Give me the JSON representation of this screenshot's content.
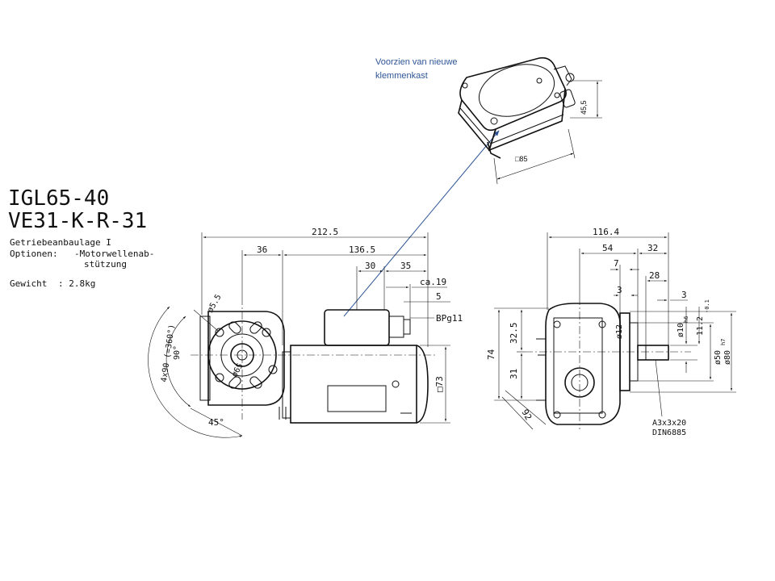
{
  "colors": {
    "annotation": "#2f5597",
    "ink": "#111111"
  },
  "title": {
    "line1": "IGL65-40",
    "line2": "VE31-K-R-31"
  },
  "specs": {
    "row1_label": "Getriebeanbaulage I",
    "row2_label": "Optionen:",
    "row2_value": "-Motorwellenab-",
    "row3_value": "stützung",
    "row4_label": "Gewicht",
    "row4_value": ":  2.8kg"
  },
  "annotation": {
    "line1": "Voorzien van nieuwe",
    "line2": "klemmenkast"
  },
  "box_dims": {
    "height": "45,5",
    "square": "□85"
  },
  "side_view_dims": {
    "d212_5": "212.5",
    "d36": "36",
    "d136_5": "136.5",
    "d30": "30",
    "d35": "35",
    "ca19": "ca.19",
    "d5": "5",
    "bpg11": "BPg11",
    "sq73": "□73",
    "phi5_5": "ø5.5",
    "phi65": "ø65",
    "angle90": "90°",
    "angle360": "4x90 (=360°)",
    "angle45": "45°"
  },
  "front_view_dims": {
    "d116_4": "116.4",
    "d54": "54",
    "d32": "32",
    "d7": "7",
    "d28": "28",
    "d3a": "3",
    "d3b": "3",
    "d74": "74",
    "d32_5": "32.5",
    "d31": "31",
    "d92": "92",
    "phi12": "ø12",
    "phi10": "ø10",
    "phi10_sub": "h6",
    "d11_2": "11.2",
    "d11_2_sub": "-0.1",
    "phi50": "ø50",
    "phi50_sub": "h7",
    "phi80": "ø80",
    "key_line1": "A3x3x20",
    "key_line2": "DIN6885"
  }
}
